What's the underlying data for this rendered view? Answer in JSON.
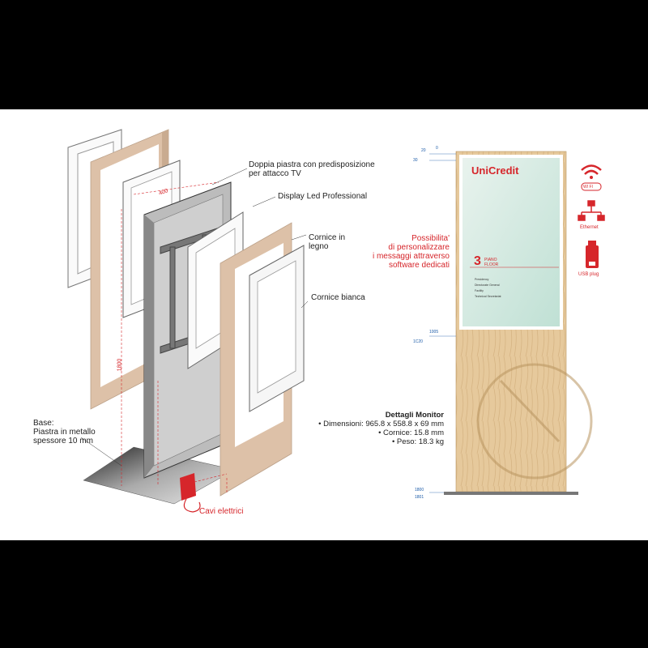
{
  "colors": {
    "accent": "#d6262b",
    "wood": "#e6c99c",
    "frame_wood": "#ddc1a8",
    "dimension": "#1a5aa8"
  },
  "exploded_view": {
    "labels": {
      "double_plate": "Doppia piastra con predisposizione per attacco TV",
      "double_plate_line1": "Doppia piastra con predisposizione",
      "double_plate_line2": "per attacco TV",
      "display": "Display Led Professional",
      "wood_frame_line1": "Cornice in",
      "wood_frame_line2": "legno",
      "white_frame": "Cornice bianca",
      "base_line1": "Base:",
      "base_line2": "Piastra in metallo",
      "base_line3": "spessore 10 mm",
      "cables": "Cavi elettrici"
    },
    "dimensions": {
      "width": "400",
      "height": "1800"
    }
  },
  "totem": {
    "sign": {
      "logo": "UniCredit",
      "floor_number": "3",
      "floor_label_1": "PIANO",
      "floor_label_2": "FLOOR",
      "entries": [
        "Presidency",
        "Directorate General",
        "Facility",
        "Technical Secretariat"
      ]
    },
    "dimensions": {
      "top_a": "20",
      "top_b": "0",
      "top_c": "30",
      "mid_a": "1005",
      "mid_b": "1C20",
      "bot_a": "1800",
      "bot_b": "1801"
    }
  },
  "customization": {
    "line1": "Possibilita'",
    "line2": "di personalizzare",
    "line3": "i messaggi attraverso",
    "line4": "software dedicati"
  },
  "monitor_details": {
    "title": "Dettagli Monitor",
    "dimensions": "• Dimensioni: 965.8 x 558.8 x 69 mm",
    "frame": "• Cornice: 15.8 mm",
    "weight": "• Peso: 18.3 kg"
  },
  "icons": {
    "wifi": "wifi-icon",
    "wifi_label": "WI FI",
    "ethernet": "ethernet-icon",
    "ethernet_label": "Ethernet",
    "usb": "usb-icon",
    "usb_label": "USB plug"
  }
}
